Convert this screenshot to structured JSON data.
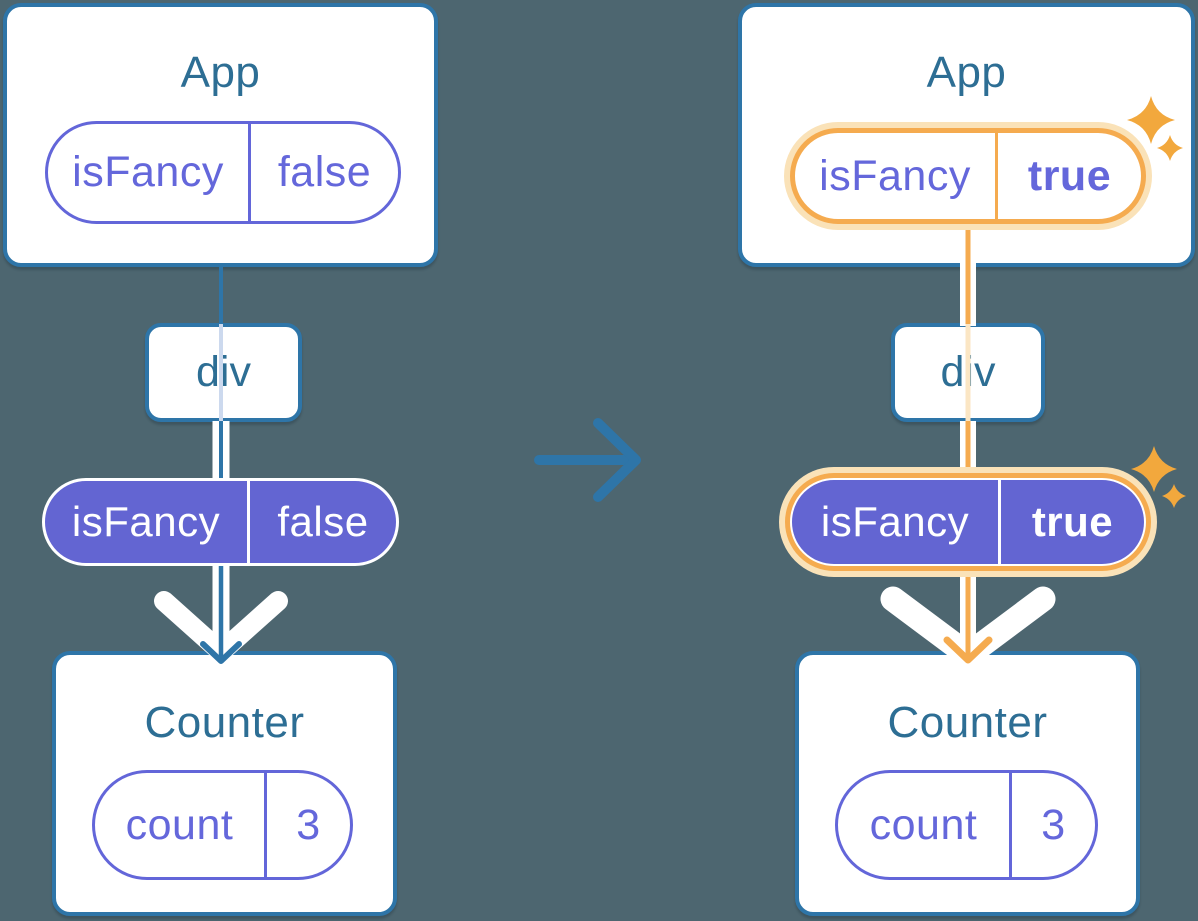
{
  "colors": {
    "background": "#4d6670",
    "card_fill": "#ffffff",
    "tree_stroke_blue": "#2e75a8",
    "node_title_text": "#2d6e94",
    "state_purple_stroke": "#6366d9",
    "state_purple_text": "#6467db",
    "state_pill_fill": "#6365d2",
    "highlight_orange": "#f5ab4f",
    "highlight_orange_light": "#fae2b8",
    "sparkle_orange": "#f2a83d",
    "faint_line_blue": "#ccd9ee",
    "faint_line_orange": "#fbe6c4"
  },
  "before_tree": {
    "app": {
      "title": "App",
      "state": {
        "name": "isFancy",
        "value": "false"
      }
    },
    "div": {
      "label": "div"
    },
    "passed_prop": {
      "name": "isFancy",
      "value": "false"
    },
    "counter": {
      "title": "Counter",
      "state": {
        "name": "count",
        "value": "3"
      }
    }
  },
  "after_tree": {
    "app": {
      "title": "App",
      "state": {
        "name": "isFancy",
        "value": "true"
      }
    },
    "div": {
      "label": "div"
    },
    "passed_prop": {
      "name": "isFancy",
      "value": "true"
    },
    "counter": {
      "title": "Counter",
      "state": {
        "name": "count",
        "value": "3"
      }
    }
  },
  "icons": {
    "transition": "right-arrow-icon",
    "highlight": "sparkles-icon"
  }
}
